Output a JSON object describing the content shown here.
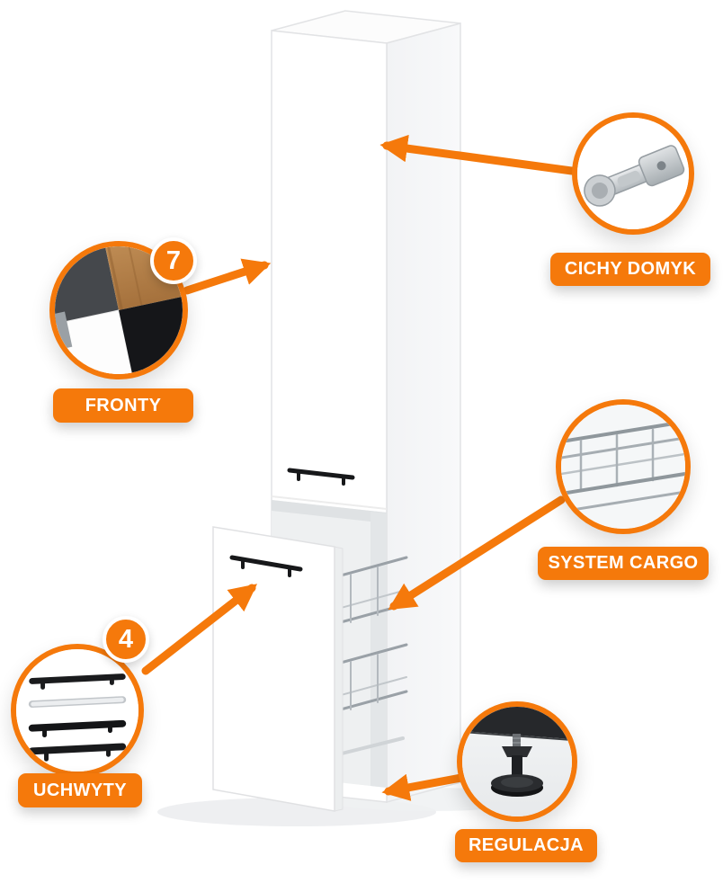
{
  "colors": {
    "accent": "#F5790B",
    "background": "#ffffff",
    "cabinet": "#ffffff"
  },
  "callouts": {
    "hinge": {
      "label": "CICHY DOMYK",
      "icon": "soft-close-hinge-icon"
    },
    "fronts": {
      "label": "FRONTY",
      "badge": "7",
      "icon": "front-color-swatches-icon"
    },
    "cargo": {
      "label": "SYSTEM CARGO",
      "icon": "wire-basket-icon"
    },
    "handles": {
      "label": "UCHWYTY",
      "badge": "4",
      "icon": "furniture-handles-icon"
    },
    "legs": {
      "label": "REGULACJA",
      "icon": "adjustable-leg-icon"
    }
  }
}
